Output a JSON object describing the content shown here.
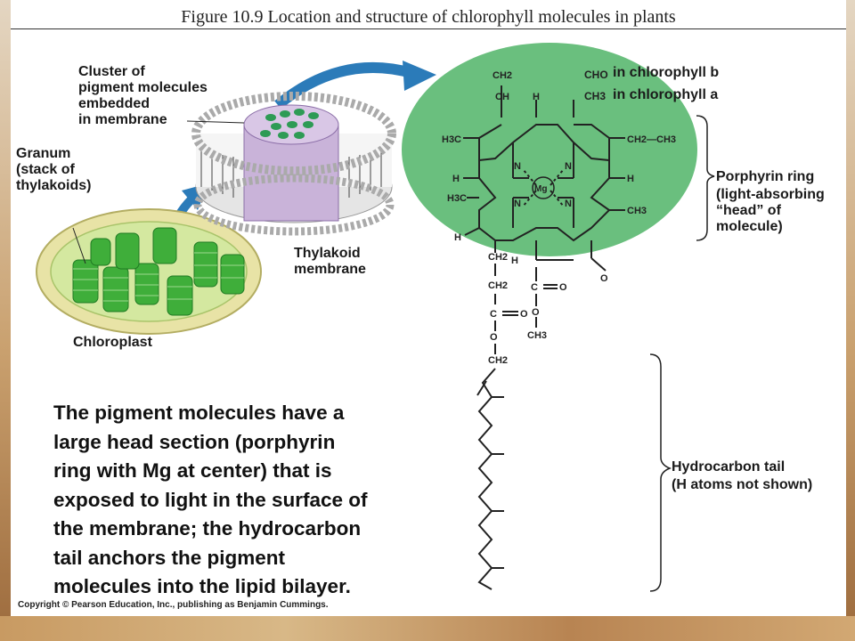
{
  "title": "Figure 10.9  Location and structure of chlorophyll molecules in plants",
  "labels": {
    "cluster": "Cluster of\npigment molecules\nembedded\nin membrane",
    "granum": "Granum\n(stack of\nthylakoids)",
    "thylakoid_membrane": "Thylakoid\nmembrane",
    "chloroplast": "Chloroplast",
    "cho_chlorophyll_b": "in chlorophyll b",
    "ch3_chlorophyll_a": "in chlorophyll a",
    "porphyrin_ring": "Porphyrin ring",
    "porphyrin_desc": "(light-absorbing\n“head” of\nmolecule)",
    "hydrocarbon_tail": "Hydrocarbon tail",
    "hydrocarbon_desc": "(H atoms not shown)"
  },
  "chem": {
    "cho": "CHO",
    "ch3": "CH3",
    "mg": "Mg",
    "ch2": "CH2",
    "ch": "CH",
    "h": "H",
    "h3c": "H3C",
    "n": "N",
    "c": "C",
    "o": "O",
    "ch2ch3": "CH2—CH3"
  },
  "paragraph": "The pigment molecules have a\nlarge head section (porphyrin\nring with Mg at center) that is\nexposed to light in the surface of\nthe membrane; the hydrocarbon\ntail anchors the pigment\nmolecules into the lipid bilayer.",
  "copyright": "Copyright © Pearson Education, Inc., publishing as Benjamin Cummings.",
  "colors": {
    "head_fill": "#6abf7e",
    "arrow_blue": "#2b7bb9",
    "chloroplast_green": "#3fae3a",
    "membrane_purple": "#c9b3d9"
  }
}
